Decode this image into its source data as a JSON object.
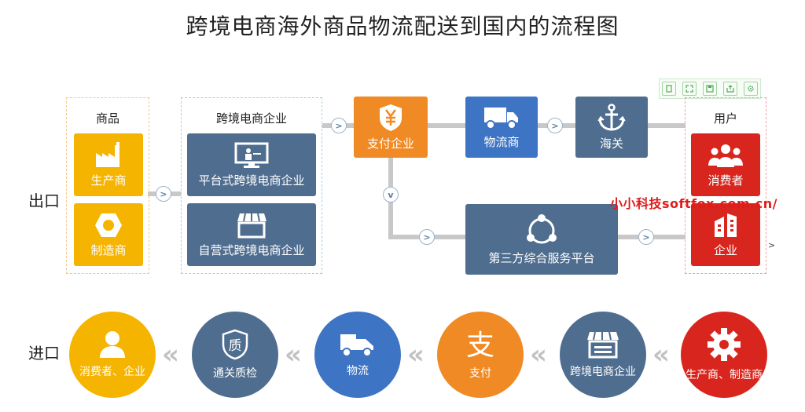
{
  "title": "跨境电商海外商品物流配送到国内的流程图",
  "watermark": "小小科技softfox.com.cn/",
  "export": {
    "label": "出口",
    "groups": {
      "goods": "商品",
      "enterprise": "跨境电商企业",
      "user": "用户"
    },
    "nodes": {
      "producer": "生产商",
      "manufacturer": "制造商",
      "platform": "平台式跨境电商企业",
      "selfrun": "自营式跨境电商企业",
      "payment": "支付企业",
      "logistics": "物流商",
      "customs": "海关",
      "third_party": "第三方综合服务平台",
      "consumer": "消费者",
      "company": "企业"
    }
  },
  "import": {
    "label": "进口",
    "nodes": {
      "consumer_company": "消费者、企业",
      "inspection": "通关质检",
      "logistics": "物流",
      "payment": "支付",
      "ecommerce": "跨境电商企业",
      "producer_manufacturer": "生产商、制造商"
    },
    "icon_text": {
      "inspection": "质",
      "payment": "支"
    }
  },
  "colors": {
    "orange": "#f5b400",
    "blue": "#4f6d8f",
    "payment_orange": "#f08a24",
    "logistics_blue": "#3e74c4",
    "red": "#d8261e"
  }
}
